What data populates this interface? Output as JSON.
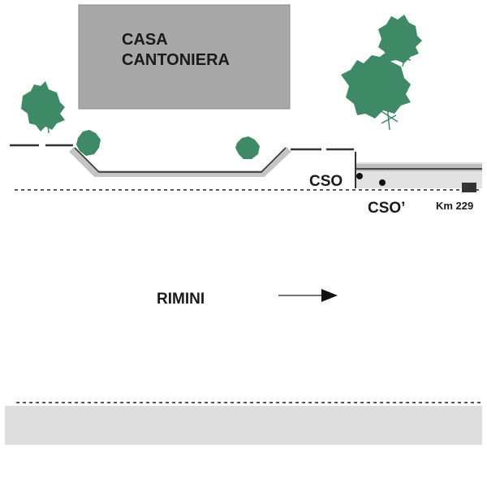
{
  "diagram": {
    "building": {
      "line1": "CASA",
      "line2": "CANTONIERA"
    },
    "markers": {
      "cso": "CSO",
      "cso_prime": "CSO’",
      "km": "Km 229"
    },
    "direction": {
      "label": "RIMINI",
      "arrow": "right"
    },
    "colors": {
      "tree": "#3e8a66",
      "building": "#a8a8a8",
      "road_band": "#e0e0e0",
      "lay_by": "#c4c4c4",
      "line": "#222222"
    }
  }
}
